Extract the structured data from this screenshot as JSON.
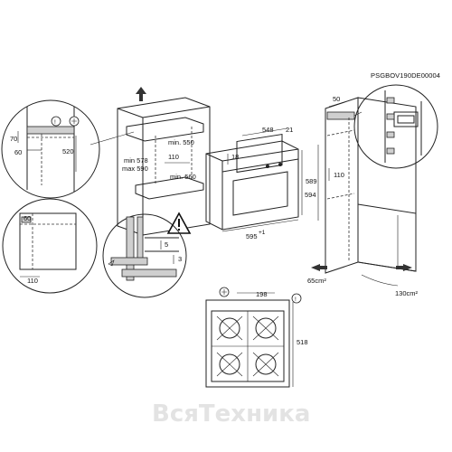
{
  "header": {
    "code": "PSGBOV190DE00004"
  },
  "top_left": {
    "dim_70": "70",
    "dim_60": "60",
    "dim_520": "520"
  },
  "mid_left": {
    "dim_60": "60",
    "dim_110": "110"
  },
  "cabinet": {
    "min_578": "min 578",
    "max_590": "max 590",
    "min_550": "min. 550",
    "dim_110": "110",
    "min_560": "min. 560"
  },
  "detail": {
    "dim_5": "5",
    "dim_3": "3"
  },
  "oven": {
    "dim_548": "548",
    "dim_21": "21",
    "dim_18": "18",
    "dim_589": "589",
    "dim_594": "594",
    "dim_595": "595",
    "dim_595_sup": "+1"
  },
  "tall_unit": {
    "dim_50": "50",
    "dim_110": "110",
    "vent_left": "65cm²",
    "vent_right": "130cm²"
  },
  "hob": {
    "dim_198": "198",
    "dim_518": "518"
  },
  "watermark": {
    "text": "ВсяТехника"
  },
  "colors": {
    "line": "#222222",
    "hatch": "#cfcfcf",
    "watermark": "#e3e3e3"
  }
}
